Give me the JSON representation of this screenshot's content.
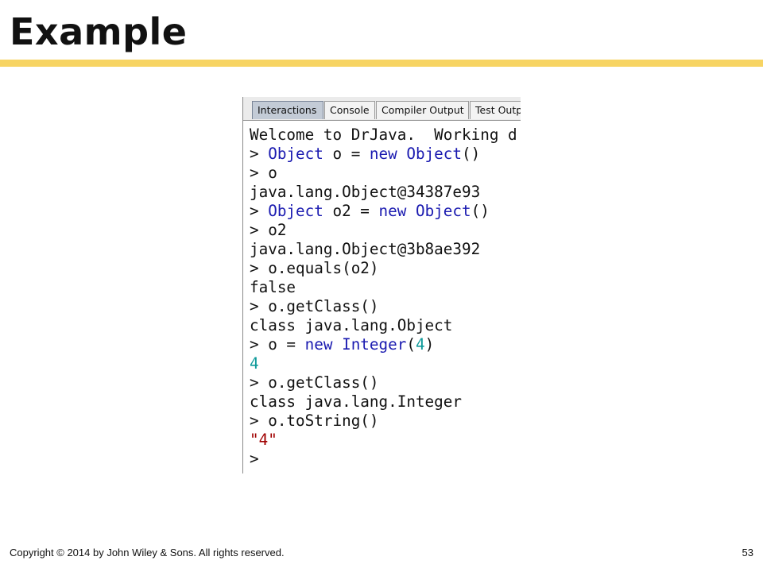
{
  "slide": {
    "title": "Example",
    "footer_copyright": "Copyright © 2014 by John Wiley & Sons.  All rights reserved.",
    "page_number": "53",
    "accent_color": "#f7d463"
  },
  "drjava": {
    "tabs": [
      {
        "label": "Interactions",
        "active": true
      },
      {
        "label": "Console",
        "active": false
      },
      {
        "label": "Compiler Output",
        "active": false
      },
      {
        "label": "Test Outp",
        "active": false
      }
    ],
    "syntax_colors": {
      "keyword_type": "#1a1ab0",
      "number": "#0f9a9a",
      "string": "#a00000",
      "text": "#111111"
    },
    "lines": [
      [
        {
          "t": "out",
          "s": "Welcome to DrJava.  Working d"
        }
      ],
      [
        {
          "t": "prompt",
          "s": "> "
        },
        {
          "t": "type",
          "s": "Object"
        },
        {
          "t": "plain",
          "s": " o = "
        },
        {
          "t": "keyword",
          "s": "new"
        },
        {
          "t": "plain",
          "s": " "
        },
        {
          "t": "type",
          "s": "Object"
        },
        {
          "t": "plain",
          "s": "()"
        }
      ],
      [
        {
          "t": "prompt",
          "s": "> "
        },
        {
          "t": "plain",
          "s": "o"
        }
      ],
      [
        {
          "t": "out",
          "s": "java.lang.Object@34387e93"
        }
      ],
      [
        {
          "t": "prompt",
          "s": "> "
        },
        {
          "t": "type",
          "s": "Object"
        },
        {
          "t": "plain",
          "s": " o2 = "
        },
        {
          "t": "keyword",
          "s": "new"
        },
        {
          "t": "plain",
          "s": " "
        },
        {
          "t": "type",
          "s": "Object"
        },
        {
          "t": "plain",
          "s": "()"
        }
      ],
      [
        {
          "t": "prompt",
          "s": "> "
        },
        {
          "t": "plain",
          "s": "o2"
        }
      ],
      [
        {
          "t": "out",
          "s": "java.lang.Object@3b8ae392"
        }
      ],
      [
        {
          "t": "prompt",
          "s": "> "
        },
        {
          "t": "plain",
          "s": "o.equals(o2)"
        }
      ],
      [
        {
          "t": "out",
          "s": "false"
        }
      ],
      [
        {
          "t": "prompt",
          "s": "> "
        },
        {
          "t": "plain",
          "s": "o.getClass()"
        }
      ],
      [
        {
          "t": "out",
          "s": "class java.lang.Object"
        }
      ],
      [
        {
          "t": "prompt",
          "s": "> "
        },
        {
          "t": "plain",
          "s": "o = "
        },
        {
          "t": "keyword",
          "s": "new"
        },
        {
          "t": "plain",
          "s": " "
        },
        {
          "t": "type",
          "s": "Integer"
        },
        {
          "t": "plain",
          "s": "("
        },
        {
          "t": "number",
          "s": "4"
        },
        {
          "t": "plain",
          "s": ")"
        }
      ],
      [
        {
          "t": "number",
          "s": "4"
        }
      ],
      [
        {
          "t": "prompt",
          "s": "> "
        },
        {
          "t": "plain",
          "s": "o.getClass()"
        }
      ],
      [
        {
          "t": "out",
          "s": "class java.lang.Integer"
        }
      ],
      [
        {
          "t": "prompt",
          "s": "> "
        },
        {
          "t": "plain",
          "s": "o.toString()"
        }
      ],
      [
        {
          "t": "string",
          "s": "\"4\""
        }
      ],
      [
        {
          "t": "prompt",
          "s": "> "
        }
      ]
    ]
  }
}
